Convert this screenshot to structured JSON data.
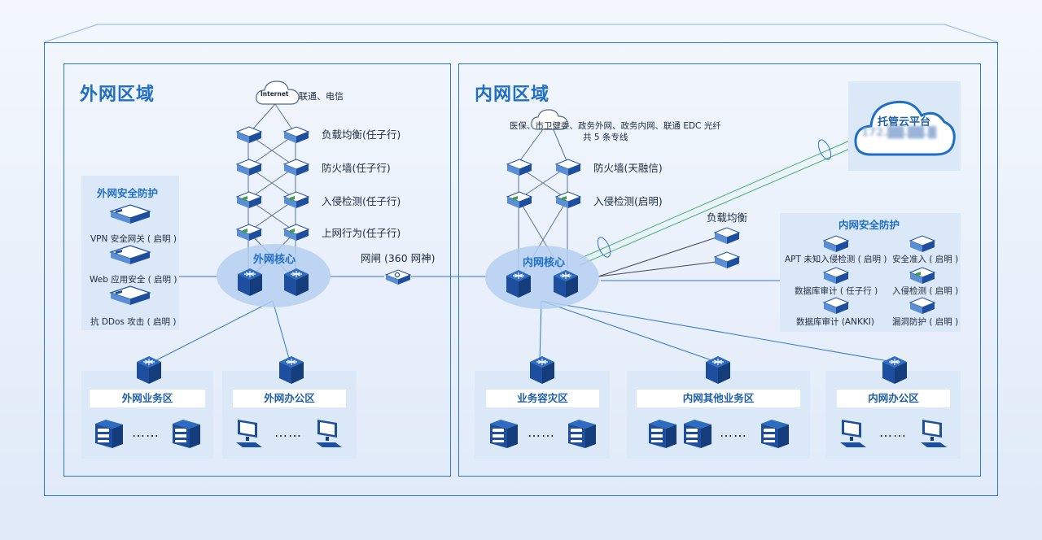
{
  "outer": {
    "title": "外网区域",
    "internet_label": "Internet",
    "internet_provider": "联通、电信",
    "devices": {
      "load_balancer": "负载均衡(任子行)",
      "firewall": "防火墙(任子行)",
      "ids": "入侵检测(任子行)",
      "behavior": "上网行为(任子行)"
    },
    "core": "外网核心",
    "security": {
      "title": "外网安全防护",
      "items": [
        "VPN 安全网关 ( 启明 )",
        "Web 应用安全 ( 启明 )",
        "抗 DDos 攻击 ( 启明 )"
      ]
    },
    "zones": [
      "外网业务区",
      "外网办公区"
    ]
  },
  "gate": {
    "label": "网闸 (360 网神)"
  },
  "inner": {
    "title": "内网区域",
    "lines_text": "医保、市卫健委、政务外网、政务内网、联通 EDC 光纤",
    "lines_text2": "共 5 条专线",
    "devices": {
      "firewall": "防火墙(天融信)",
      "ids": "入侵检测(启明)"
    },
    "core": "内网核心",
    "load_balancer": "负载均衡",
    "security": {
      "title": "内网安全防护",
      "left": [
        "APT 未知入侵检测 ( 启明 )",
        "数据库审计 ( 任子行 )",
        "数据库审计 (ANKKI)"
      ],
      "right": [
        "安全准入 ( 启明 )",
        "入侵检测 ( 启明 )",
        "漏洞防护 ( 启明 )"
      ]
    },
    "zones": [
      "业务容灾区",
      "内网其他业务区",
      "内网办公区"
    ]
  },
  "cloud": {
    "title": "托管云平台",
    "ip": "172.██.██.█"
  },
  "ellipsis": "……",
  "colors": {
    "accent": "#1f6fc6",
    "device_blue": "#1d4f9e",
    "panel": "#dbe8f8",
    "link_green": "#3fb56b"
  }
}
